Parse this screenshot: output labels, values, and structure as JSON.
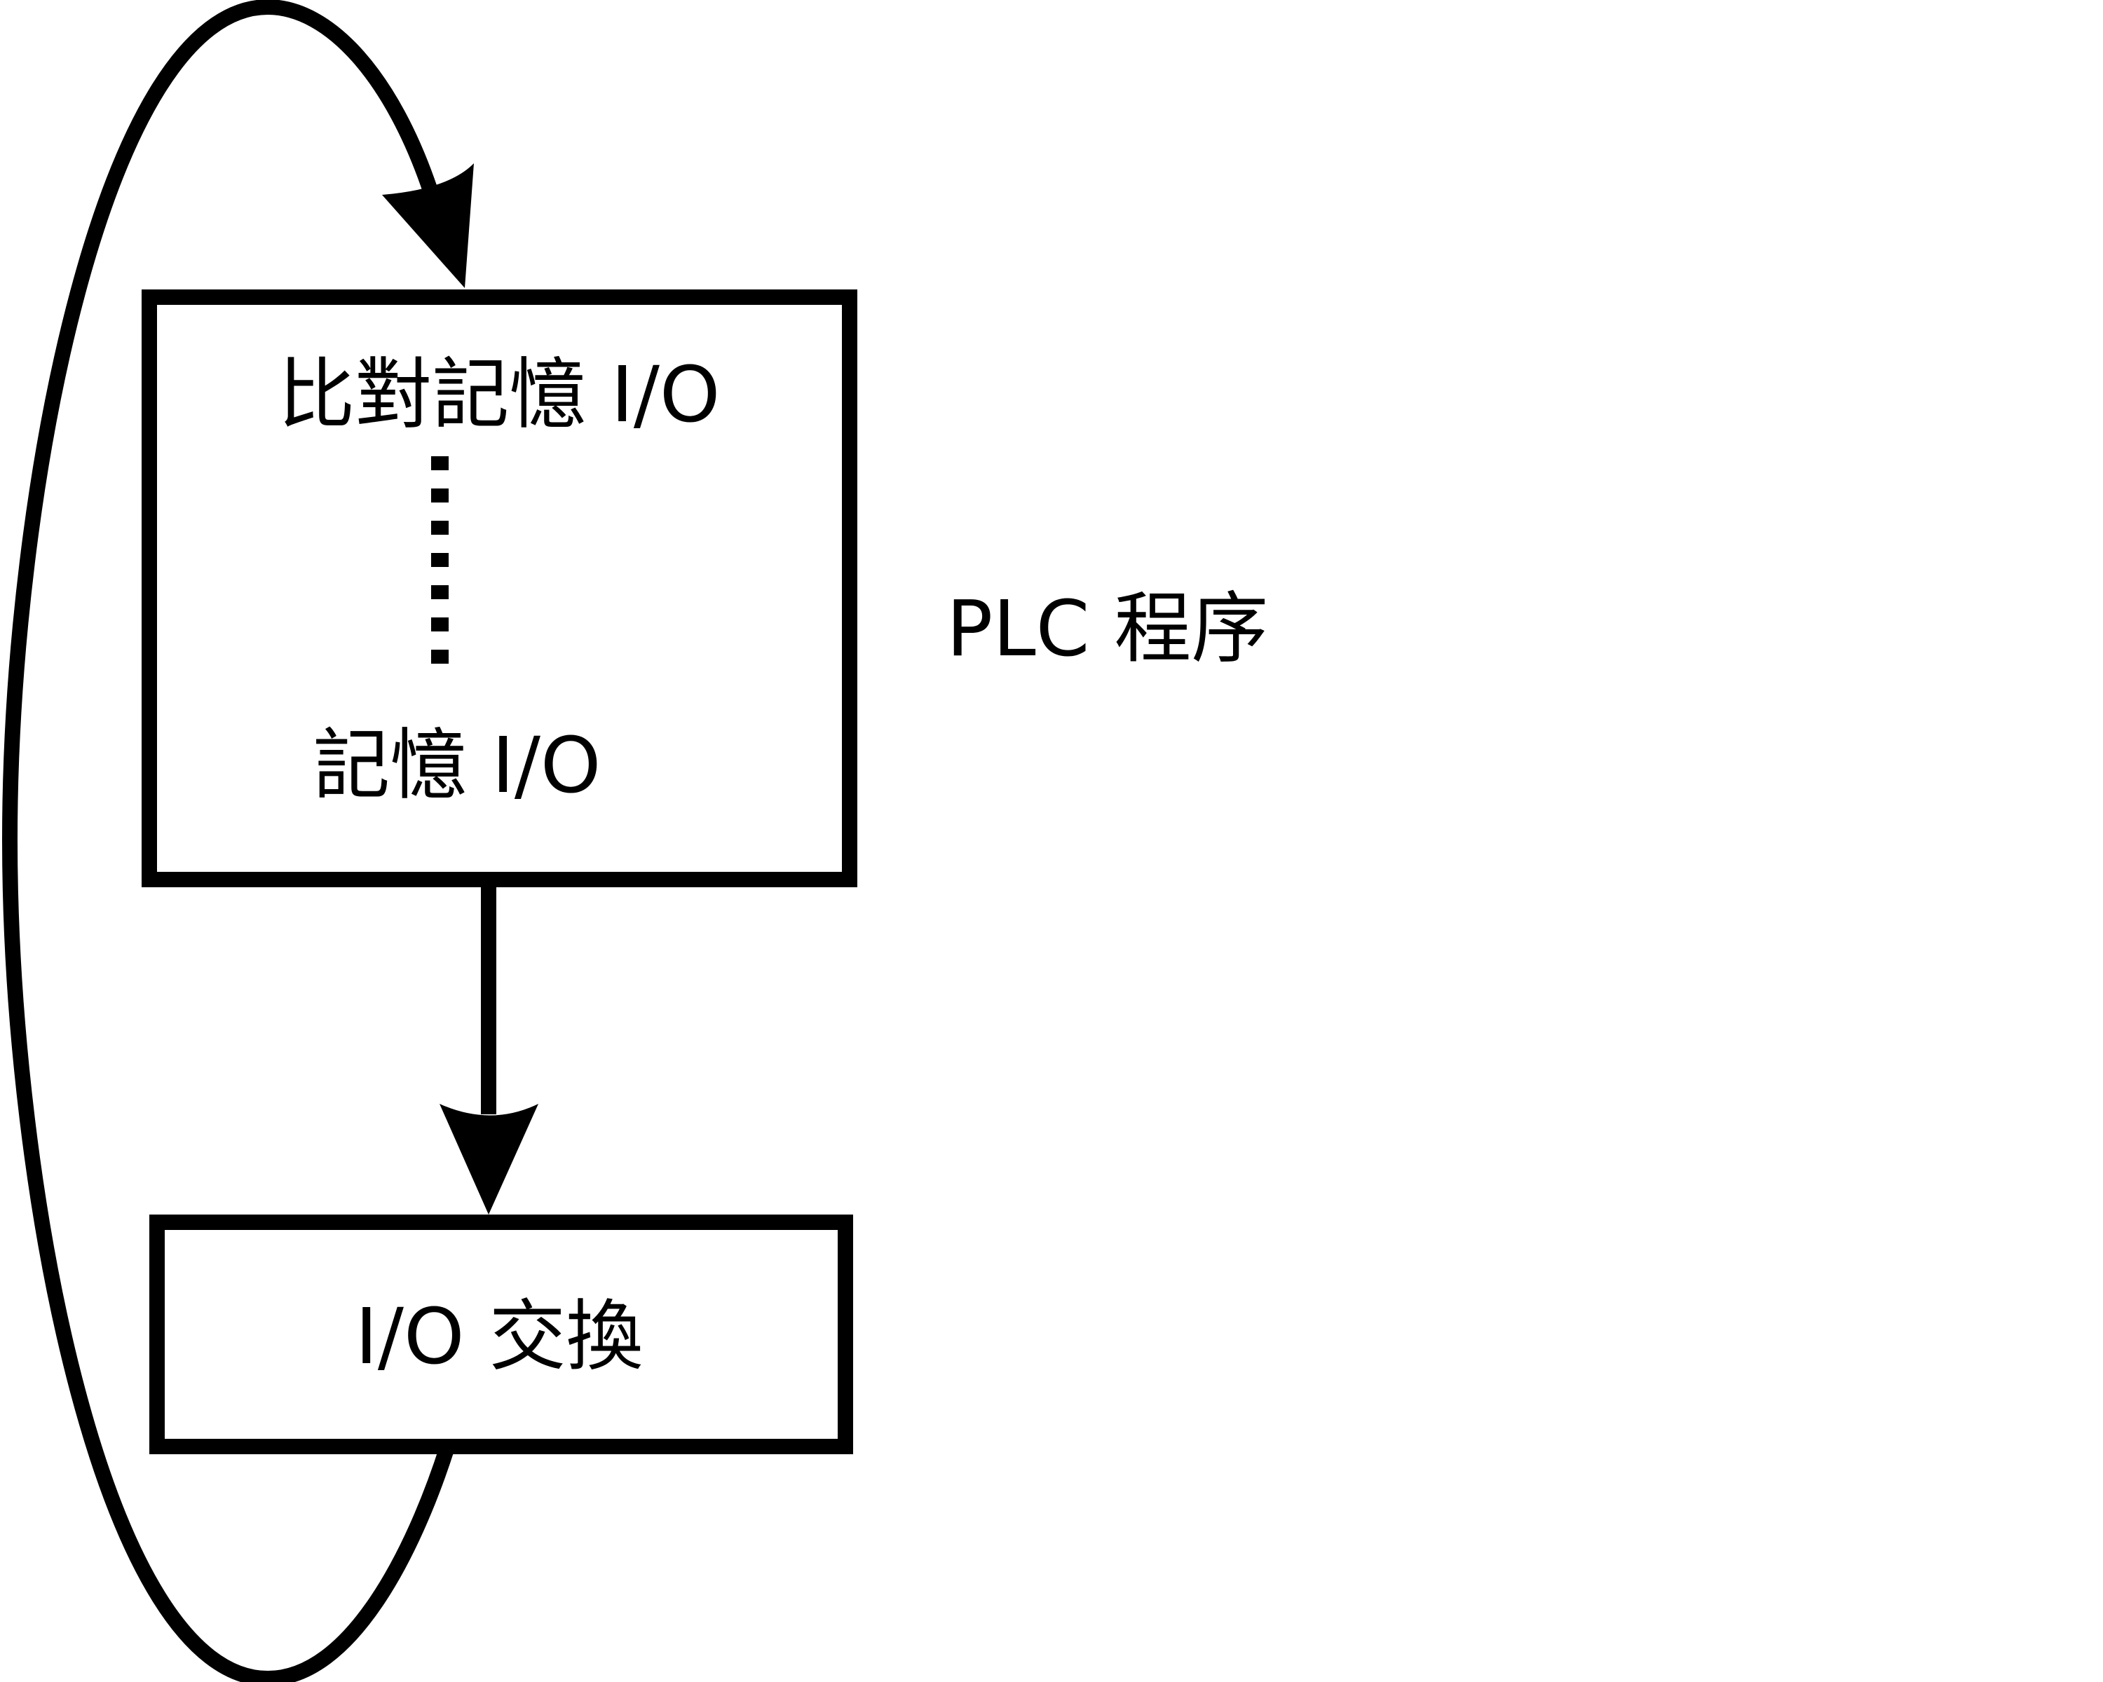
{
  "diagram": {
    "program_box": {
      "top_label": "比對記憶 I/O",
      "bottom_label": "記憶 I/O"
    },
    "io_box": {
      "label": "I/O 交換"
    },
    "side_label": "PLC 程序"
  },
  "colors": {
    "stroke": "#000000",
    "background": "#ffffff"
  }
}
